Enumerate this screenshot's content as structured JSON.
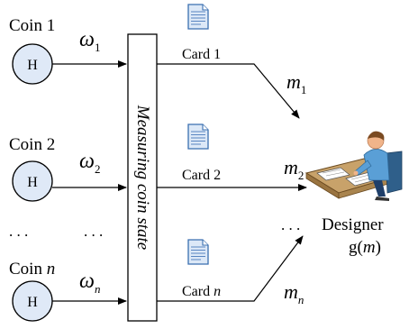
{
  "coins": [
    {
      "label": "Coin 1",
      "face": "H",
      "omega": "ω",
      "omega_sub": "1"
    },
    {
      "label": "Coin 2",
      "face": "H",
      "omega": "ω",
      "omega_sub": "2"
    },
    {
      "label_prefix": "Coin ",
      "label_var": "n",
      "face": "H",
      "omega": "ω",
      "omega_sub": "n"
    }
  ],
  "ellipsis": {
    "left": ". . .",
    "middle": ". . .",
    "right": ". . ."
  },
  "measuring_box": {
    "label": "Measuring coin state"
  },
  "cards": [
    {
      "label": "Card 1"
    },
    {
      "label": "Card 2"
    },
    {
      "label_prefix": "Card ",
      "label_var": "n"
    }
  ],
  "messages": [
    {
      "m": "m",
      "sub": "1"
    },
    {
      "m": "m",
      "sub": "2"
    },
    {
      "m": "m",
      "sub": "n"
    }
  ],
  "designer": {
    "label": "Designer",
    "function_prefix": "g(",
    "function_var": "m",
    "function_suffix": ")"
  },
  "colors": {
    "coin_fill": "#dfe9f7",
    "card_fill": "#dce8f7",
    "card_stroke": "#3a6fb0",
    "stroke": "#000000"
  }
}
